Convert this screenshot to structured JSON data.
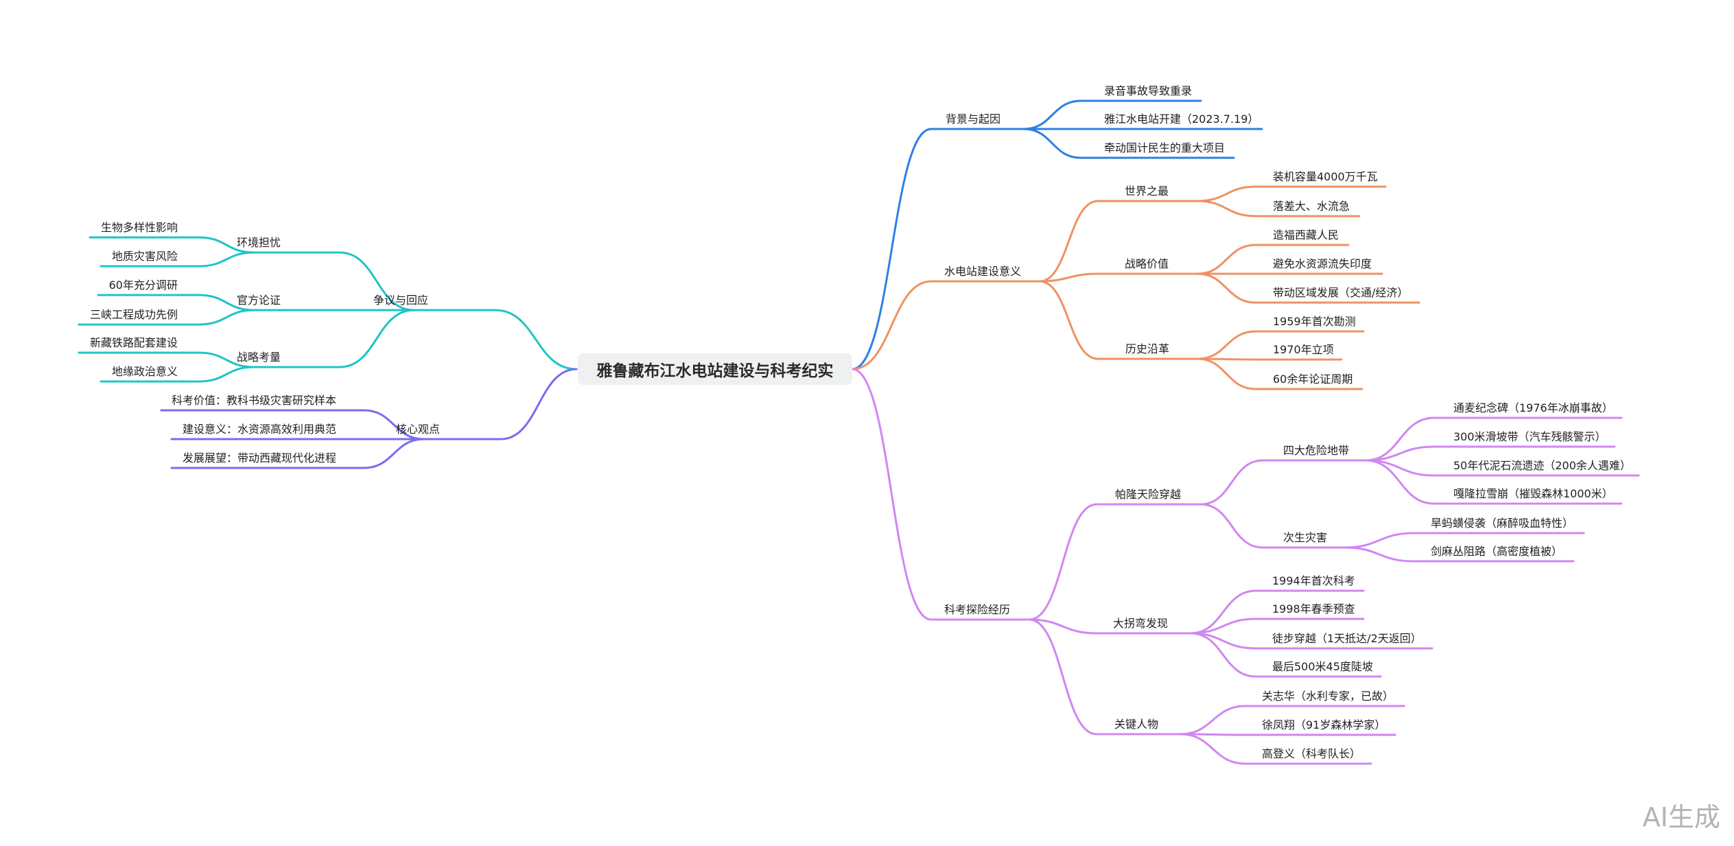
{
  "root": {
    "title": "雅鲁藏布江水电站建设与科考纪实"
  },
  "watermark": "AI生成",
  "colors": {
    "background_branch": "#2b80e6",
    "significance_branch": "#ee9262",
    "expedition_branch": "#d186f2",
    "controversy_branch": "#1fc4c6",
    "core_views_branch": "#7a6bf0"
  },
  "right": {
    "background": {
      "label": "背景与起因",
      "children": [
        "录音事故导致重录",
        "雅江水电站开建（2023.7.19）",
        "牵动国计民生的重大项目"
      ]
    },
    "significance": {
      "label": "水电站建设意义",
      "groups": [
        {
          "label": "世界之最",
          "children": [
            "装机容量4000万千瓦",
            "落差大、水流急"
          ]
        },
        {
          "label": "战略价值",
          "children": [
            "造福西藏人民",
            "避免水资源流失印度",
            "带动区域发展（交通/经济）"
          ]
        },
        {
          "label": "历史沿革",
          "children": [
            "1959年首次勘测",
            "1970年立项",
            "60余年论证周期"
          ]
        }
      ]
    },
    "expedition": {
      "label": "科考探险经历",
      "groups": [
        {
          "label": "帕隆天险穿越",
          "subgroups": [
            {
              "label": "四大危险地带",
              "children": [
                "通麦纪念碑（1976年冰崩事故）",
                "300米滑坡带（汽车残骸警示）",
                "50年代泥石流遗迹（200余人遇难）",
                "嘎隆拉雪崩（摧毁森林1000米）"
              ]
            },
            {
              "label": "次生灾害",
              "children": [
                "旱蚂蟥侵袭（麻醉吸血特性）",
                "剑麻丛阻路（高密度植被）"
              ]
            }
          ]
        },
        {
          "label": "大拐弯发现",
          "children": [
            "1994年首次科考",
            "1998年春季预查",
            "徒步穿越（1天抵达/2天返回）",
            "最后500米45度陡坡"
          ]
        },
        {
          "label": "关键人物",
          "children": [
            "关志华（水利专家，已故）",
            "徐凤翔（91岁森林学家）",
            "高登义（科考队长）"
          ]
        }
      ]
    }
  },
  "left": {
    "controversy": {
      "label": "争议与回应",
      "groups": [
        {
          "label": "环境担忧",
          "children": [
            "生物多样性影响",
            "地质灾害风险"
          ]
        },
        {
          "label": "官方论证",
          "children": [
            "60年充分调研",
            "三峡工程成功先例"
          ]
        },
        {
          "label": "战略考量",
          "children": [
            "新藏铁路配套建设",
            "地缘政治意义"
          ]
        }
      ]
    },
    "core_views": {
      "label": "核心观点",
      "children": [
        "科考价值：教科书级灾害研究样本",
        "建设意义：水资源高效利用典范",
        "发展展望：带动西藏现代化进程"
      ]
    }
  }
}
